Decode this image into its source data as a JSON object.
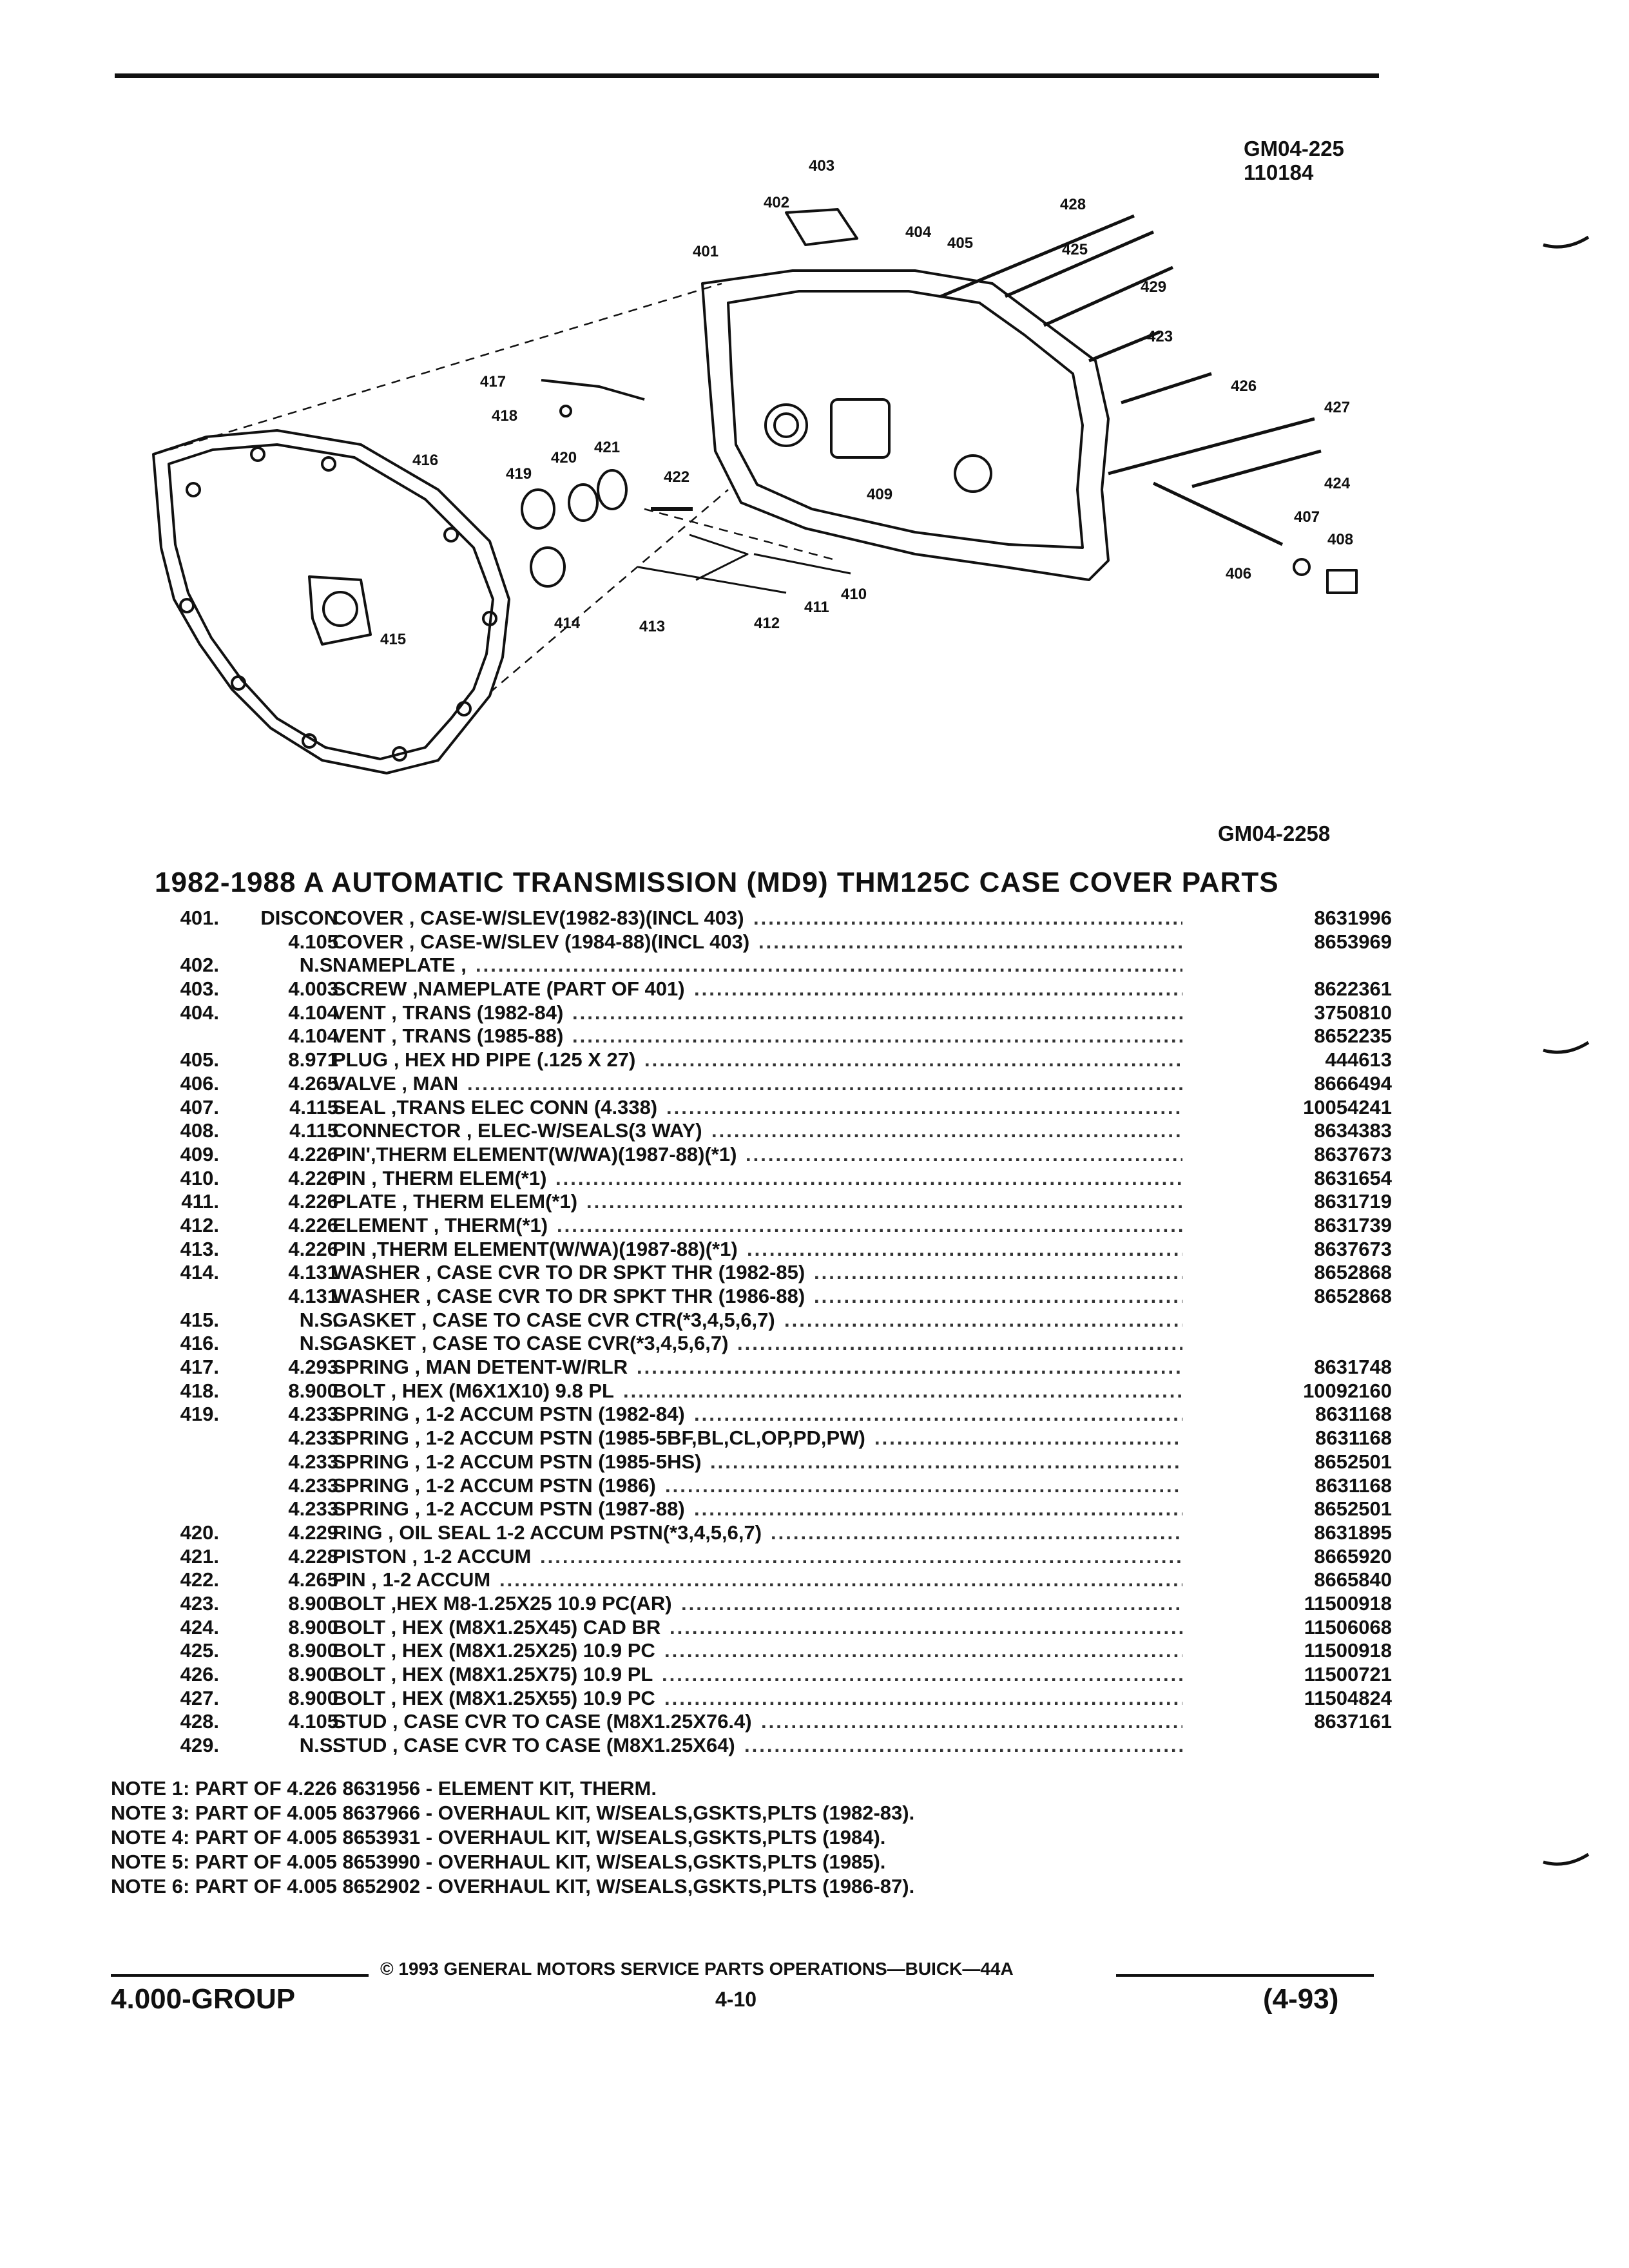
{
  "header": {
    "ref_code_1": "GM04-225",
    "ref_code_2": "110184"
  },
  "diagram": {
    "code": "GM04-2258",
    "callouts": [
      "401",
      "402",
      "403",
      "404",
      "405",
      "406",
      "407",
      "408",
      "409",
      "410",
      "411",
      "412",
      "413",
      "414",
      "415",
      "416",
      "417",
      "418",
      "419",
      "420",
      "421",
      "422",
      "423",
      "424",
      "425",
      "426",
      "427",
      "428",
      "429"
    ]
  },
  "title": "1982-1988 A AUTOMATIC TRANSMISSION (MD9) THM125C CASE COVER PARTS",
  "parts": [
    {
      "no": "401.",
      "grp": "DISCON",
      "desc": "COVER , CASE-W/SLEV(1982-83)(INCL 403)",
      "pn": "8631996"
    },
    {
      "no": "",
      "grp": "4.105",
      "desc": "COVER , CASE-W/SLEV (1984-88)(INCL 403)",
      "pn": "8653969"
    },
    {
      "no": "402.",
      "grp": "N.S.",
      "desc": "NAMEPLATE ,",
      "pn": ""
    },
    {
      "no": "403.",
      "grp": "4.003",
      "desc": "SCREW ,NAMEPLATE (PART OF 401)",
      "pn": "8622361"
    },
    {
      "no": "404.",
      "grp": "4.104",
      "desc": "VENT , TRANS (1982-84)",
      "pn": "3750810"
    },
    {
      "no": "",
      "grp": "4.104",
      "desc": "VENT , TRANS (1985-88)",
      "pn": "8652235"
    },
    {
      "no": "405.",
      "grp": "8.971",
      "desc": "PLUG , HEX HD PIPE (.125 X 27)",
      "pn": "444613"
    },
    {
      "no": "406.",
      "grp": "4.265",
      "desc": "VALVE , MAN",
      "pn": "8666494"
    },
    {
      "no": "407.",
      "grp": "4.115",
      "desc": "SEAL ,TRANS ELEC CONN (4.338)",
      "pn": "10054241"
    },
    {
      "no": "408.",
      "grp": "4.115",
      "desc": "CONNECTOR , ELEC-W/SEALS(3 WAY)",
      "pn": "8634383"
    },
    {
      "no": "409.",
      "grp": "4.226",
      "desc": "PIN',THERM ELEMENT(W/WA)(1987-88)(*1)",
      "pn": "8637673"
    },
    {
      "no": "410.",
      "grp": "4.226",
      "desc": "PIN , THERM ELEM(*1)",
      "pn": "8631654"
    },
    {
      "no": "411.",
      "grp": "4.226",
      "desc": "PLATE , THERM ELEM(*1)",
      "pn": "8631719"
    },
    {
      "no": "412.",
      "grp": "4.226",
      "desc": "ELEMENT , THERM(*1)",
      "pn": "8631739"
    },
    {
      "no": "413.",
      "grp": "4.226",
      "desc": "PIN ,THERM ELEMENT(W/WA)(1987-88)(*1)",
      "pn": "8637673"
    },
    {
      "no": "414.",
      "grp": "4.131",
      "desc": "WASHER , CASE CVR TO DR SPKT THR (1982-85)",
      "pn": "8652868"
    },
    {
      "no": "",
      "grp": "4.131",
      "desc": "WASHER , CASE CVR TO DR SPKT THR (1986-88)",
      "pn": "8652868"
    },
    {
      "no": "415.",
      "grp": "N.S.",
      "desc": "GASKET , CASE TO CASE CVR CTR(*3,4,5,6,7)",
      "pn": ""
    },
    {
      "no": "416.",
      "grp": "N.S.",
      "desc": "GASKET , CASE TO CASE CVR(*3,4,5,6,7)",
      "pn": ""
    },
    {
      "no": "417.",
      "grp": "4.293",
      "desc": "SPRING , MAN DETENT-W/RLR",
      "pn": "8631748"
    },
    {
      "no": "418.",
      "grp": "8.900",
      "desc": "BOLT , HEX (M6X1X10) 9.8 PL",
      "pn": "10092160"
    },
    {
      "no": "419.",
      "grp": "4.233",
      "desc": "SPRING , 1-2 ACCUM PSTN (1982-84)",
      "pn": "8631168"
    },
    {
      "no": "",
      "grp": "4.233",
      "desc": "SPRING , 1-2 ACCUM PSTN (1985-5BF,BL,CL,OP,PD,PW)",
      "pn": "8631168"
    },
    {
      "no": "",
      "grp": "4.233",
      "desc": "SPRING , 1-2 ACCUM PSTN (1985-5HS)",
      "pn": "8652501"
    },
    {
      "no": "",
      "grp": "4.233",
      "desc": "SPRING , 1-2 ACCUM PSTN (1986)",
      "pn": "8631168"
    },
    {
      "no": "",
      "grp": "4.233",
      "desc": "SPRING , 1-2 ACCUM PSTN (1987-88)",
      "pn": "8652501"
    },
    {
      "no": "420.",
      "grp": "4.229",
      "desc": "RING , OIL SEAL 1-2 ACCUM PSTN(*3,4,5,6,7)",
      "pn": "8631895"
    },
    {
      "no": "421.",
      "grp": "4.228",
      "desc": "PISTON , 1-2 ACCUM",
      "pn": "8665920"
    },
    {
      "no": "422.",
      "grp": "4.265",
      "desc": "PIN , 1-2 ACCUM",
      "pn": "8665840"
    },
    {
      "no": "423.",
      "grp": "8.900",
      "desc": "BOLT ,HEX M8-1.25X25 10.9 PC(AR)",
      "pn": "11500918"
    },
    {
      "no": "424.",
      "grp": "8.900",
      "desc": "BOLT , HEX (M8X1.25X45) CAD BR",
      "pn": "11506068"
    },
    {
      "no": "425.",
      "grp": "8.900",
      "desc": "BOLT , HEX (M8X1.25X25) 10.9 PC",
      "pn": "11500918"
    },
    {
      "no": "426.",
      "grp": "8.900",
      "desc": "BOLT , HEX (M8X1.25X75) 10.9 PL",
      "pn": "11500721"
    },
    {
      "no": "427.",
      "grp": "8.900",
      "desc": "BOLT , HEX (M8X1.25X55) 10.9 PC",
      "pn": "11504824"
    },
    {
      "no": "428.",
      "grp": "4.105",
      "desc": "STUD , CASE CVR TO CASE (M8X1.25X76.4)",
      "pn": "8637161"
    },
    {
      "no": "429.",
      "grp": "N.S.",
      "desc": "STUD , CASE CVR TO CASE (M8X1.25X64)",
      "pn": ""
    }
  ],
  "notes": [
    "NOTE  1:  PART OF 4.226 8631956 - ELEMENT KIT, THERM.",
    "NOTE  3:  PART OF 4.005 8637966 - OVERHAUL KIT, W/SEALS,GSKTS,PLTS (1982-83).",
    "NOTE  4:  PART OF 4.005 8653931 - OVERHAUL KIT, W/SEALS,GSKTS,PLTS (1984).",
    "NOTE  5:  PART OF 4.005 8653990 - OVERHAUL KIT, W/SEALS,GSKTS,PLTS (1985).",
    "NOTE  6:  PART OF 4.005 8652902 - OVERHAUL KIT, W/SEALS,GSKTS,PLTS (1986-87)."
  ],
  "footer": {
    "copyright": "©  1993  GENERAL MOTORS SERVICE PARTS OPERATIONS—BUICK—44A",
    "group": "4.000-GROUP",
    "page": "4-10",
    "date": "(4-93)"
  }
}
